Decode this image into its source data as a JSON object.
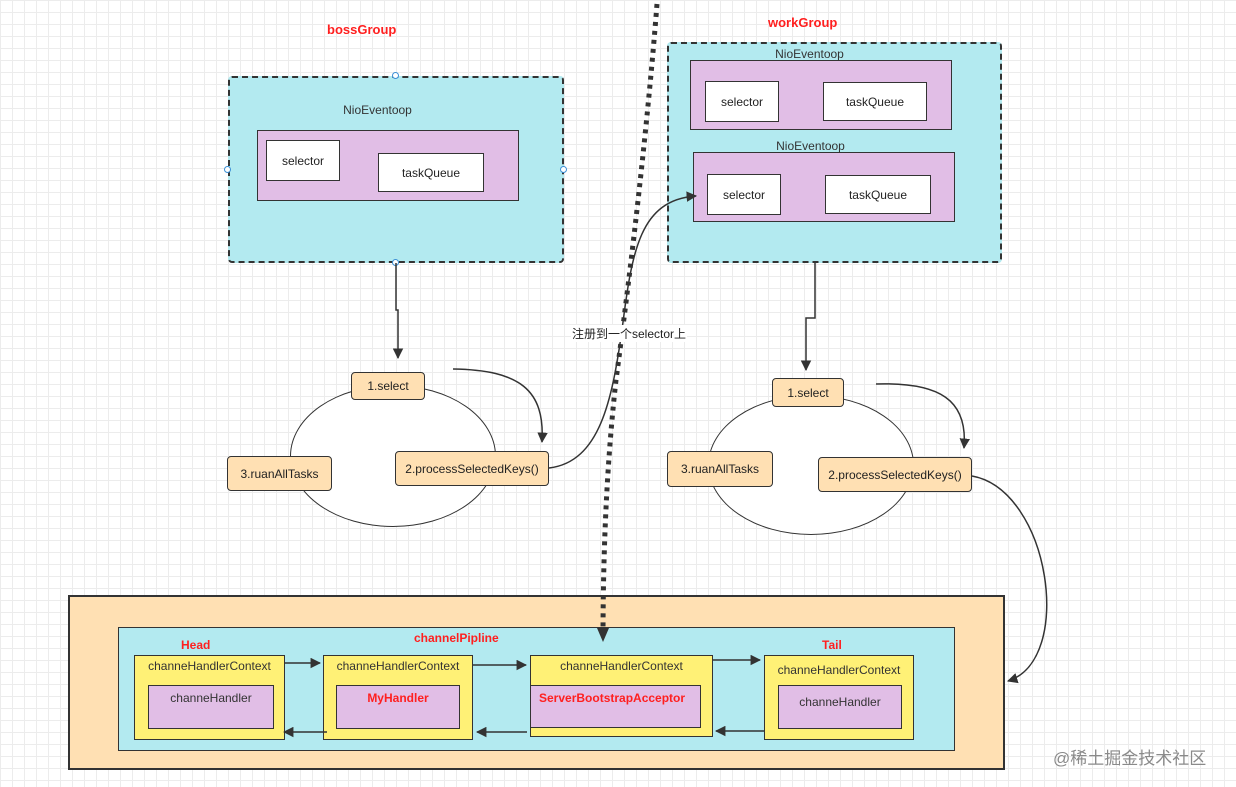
{
  "boss_group": {
    "title": "bossGroup",
    "event_loop": {
      "title": "NioEventoop",
      "selector": "selector",
      "task_queue": "taskQueue"
    },
    "steps": {
      "select": "1.select",
      "process": "2.processSelectedKeys()",
      "run": "3.ruanAllTasks"
    }
  },
  "work_group": {
    "title": "workGroup",
    "event_loops": [
      {
        "title": "NioEventoop",
        "selector": "selector",
        "task_queue": "taskQueue"
      },
      {
        "title": "NioEventoop",
        "selector": "selector",
        "task_queue": "taskQueue"
      }
    ],
    "steps": {
      "select": "1.select",
      "process": "2.processSelectedKeys()",
      "run": "3.ruanAllTasks"
    }
  },
  "register_label": "注册到一个selector上",
  "pipeline": {
    "title": "channelPipline",
    "head_label": "Head",
    "tail_label": "Tail",
    "contexts": [
      {
        "title": "channeHandlerContext",
        "handler": "channeHandler",
        "handler_highlight": false
      },
      {
        "title": "channeHandlerContext",
        "handler": "MyHandler",
        "handler_highlight": true
      },
      {
        "title": "channeHandlerContext",
        "handler": "ServerBootstrapAcceptor",
        "handler_highlight": true
      },
      {
        "title": "channeHandlerContext",
        "handler": "channeHandler",
        "handler_highlight": false
      }
    ]
  },
  "watermark": "@稀土掘金技术社区",
  "colors": {
    "group_bg": "#b3eaf0",
    "loop_bg": "#e1bee6",
    "step_bg": "#ffe0b3",
    "context_bg": "#fff176",
    "label_red": "#ff1f1f"
  }
}
